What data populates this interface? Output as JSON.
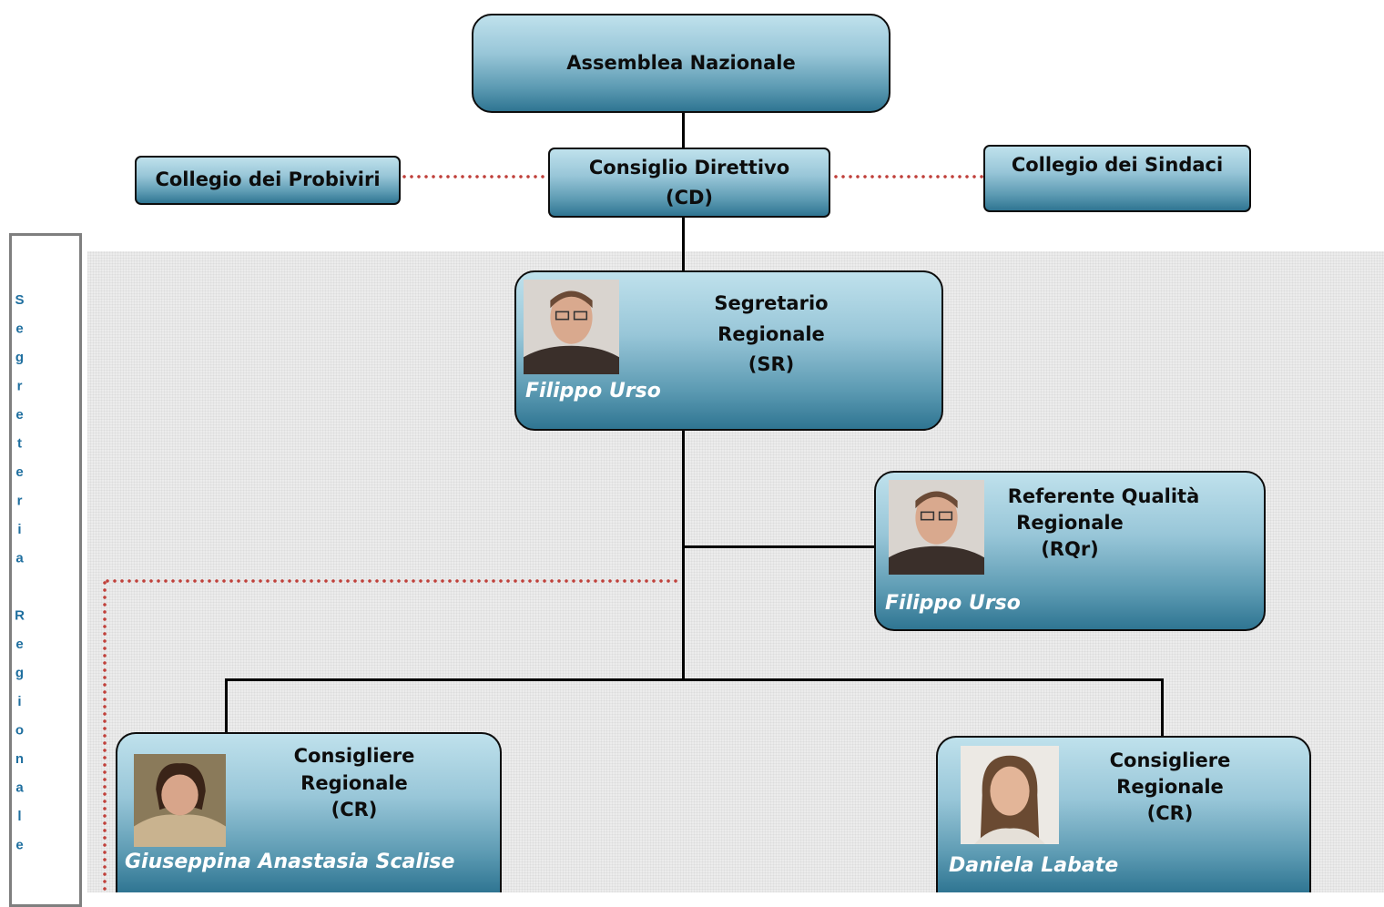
{
  "assembly": {
    "label": "Assemblea Nazionale"
  },
  "board": {
    "line1": "Consiglio Direttivo",
    "line2": "(CD)"
  },
  "arbiters": {
    "label": "Collegio dei Probiviri"
  },
  "auditors": {
    "label": "Collegio dei Sindaci"
  },
  "sidebar": {
    "text": "Segreteria Regionale"
  },
  "secretary": {
    "line1": "Segretario",
    "line2": "Regionale",
    "line3": "(SR)",
    "person": "Filippo Urso"
  },
  "quality": {
    "line1": "Referente Qualità",
    "line2": "Regionale",
    "line3": "(RQr)",
    "person": "Filippo Urso"
  },
  "councillor_left": {
    "line1": "Consigliere",
    "line2": "Regionale",
    "line3": "(CR)",
    "person": "Giuseppina Anastasia Scalise"
  },
  "councillor_right": {
    "line1": "Consigliere",
    "line2": "Regionale",
    "line3": "(CR)",
    "person": "Daniela Labate"
  },
  "colors": {
    "box_top": "#bfe1ec",
    "box_bottom": "#2f7592",
    "dotted_link": "#c0403a",
    "sidebar_text": "#1f6f9f"
  }
}
